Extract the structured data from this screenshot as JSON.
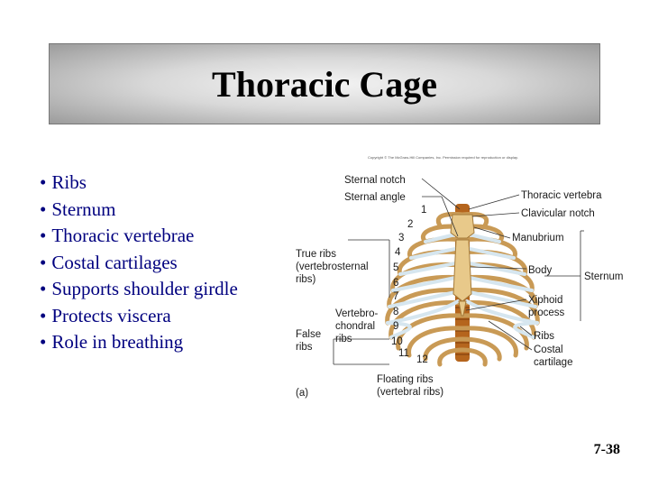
{
  "title": "Thoracic Cage",
  "bullets": [
    "Ribs",
    "Sternum",
    "Thoracic vertebrae",
    "Costal cartilages",
    "Supports shoulder girdle",
    "Protects viscera",
    "Role in breathing"
  ],
  "bullet_symbol": "•",
  "figure": {
    "copyright": "Copyright © The McGraw-Hill Companies, Inc. Permission required for reproduction or display.",
    "panel_label": "(a)",
    "labels": {
      "sternal_notch": "Sternal notch",
      "sternal_angle": "Sternal angle",
      "true_ribs_1": "True ribs",
      "true_ribs_2": "(vertebrosternal",
      "true_ribs_3": "ribs)",
      "false_ribs_1": "False",
      "false_ribs_2": "ribs",
      "vc_1": "Vertebro-",
      "vc_2": "chondral",
      "vc_3": "ribs",
      "floating_1": "Floating ribs",
      "floating_2": "(vertebral ribs)",
      "thoracic_vertebra": "Thoracic vertebra",
      "clavicular_notch": "Clavicular notch",
      "manubrium": "Manubrium",
      "body": "Body",
      "sternum": "Sternum",
      "xiphoid_1": "Xiphoid",
      "xiphoid_2": "process",
      "ribs": "Ribs",
      "costal_1": "Costal",
      "costal_2": "cartilage"
    },
    "rib_numbers": [
      "1",
      "2",
      "3",
      "4",
      "5",
      "6",
      "7",
      "8",
      "9",
      "10",
      "11",
      "12"
    ]
  },
  "slide_number": "7-38",
  "colors": {
    "bullet_text": "#00007f",
    "bone": "#e8c98a",
    "cartilage": "#d6e6ef",
    "vertebra": "#b5651d"
  }
}
